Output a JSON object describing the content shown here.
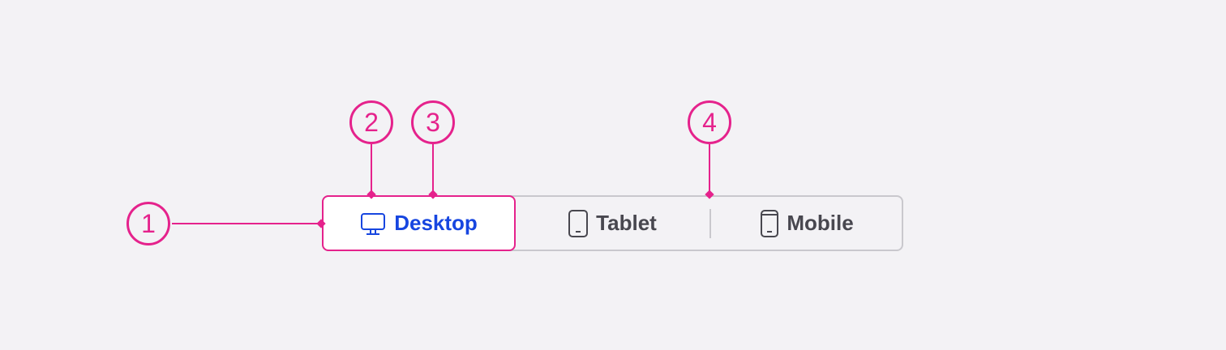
{
  "segmented_control": {
    "options": [
      {
        "label": "Desktop",
        "icon": "monitor-icon",
        "selected": true
      },
      {
        "label": "Tablet",
        "icon": "tablet-icon",
        "selected": false
      },
      {
        "label": "Mobile",
        "icon": "phone-icon",
        "selected": false
      }
    ]
  },
  "callouts": [
    "1",
    "2",
    "3",
    "4"
  ],
  "colors": {
    "background": "#f3f2f5",
    "annotation": "#e5228c",
    "selected_text": "#1746e0",
    "text": "#48474f",
    "border": "#c9c8cd"
  }
}
